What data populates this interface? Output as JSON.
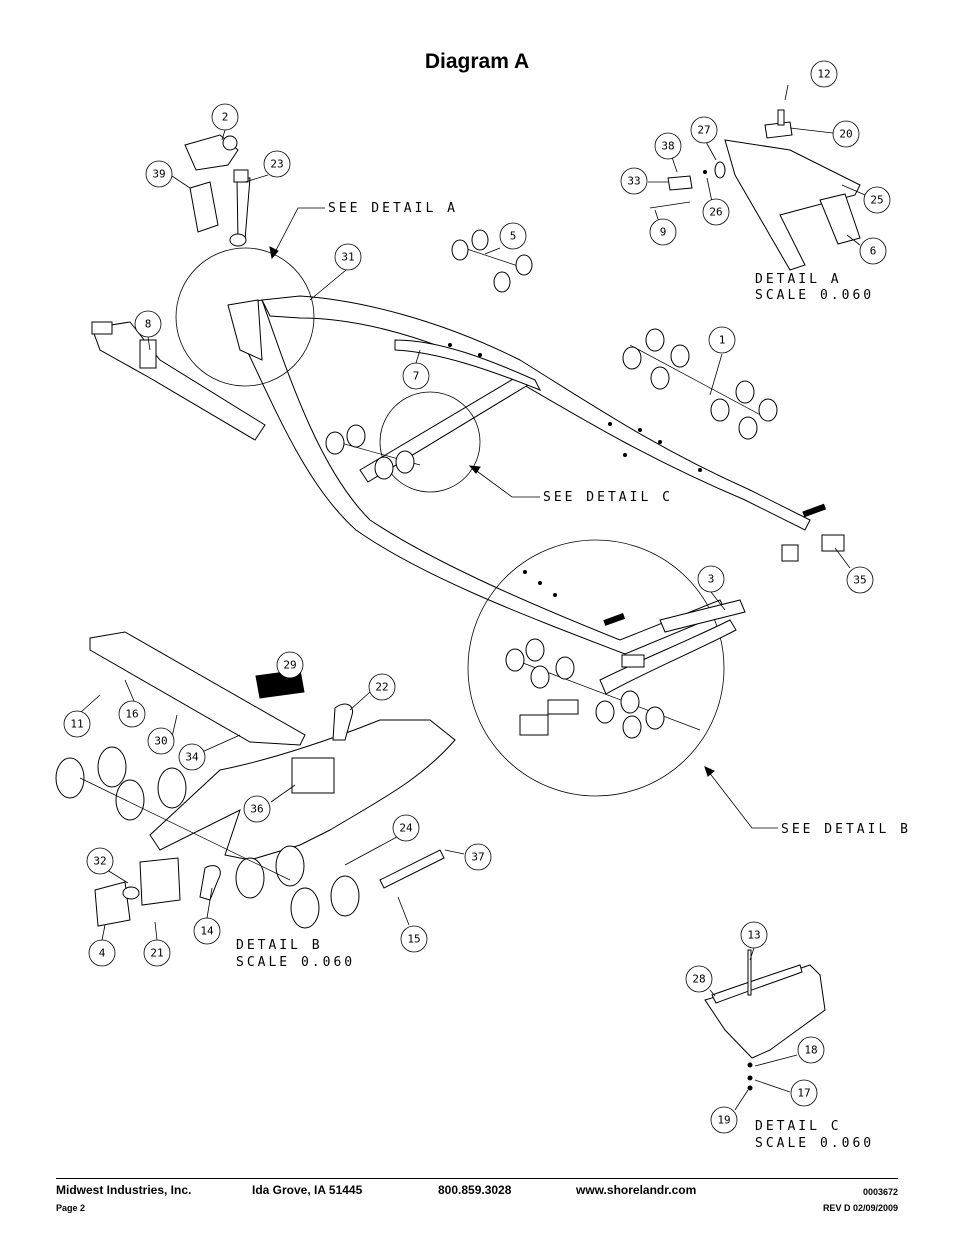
{
  "page_title": "Diagram A",
  "details": {
    "a": {
      "label": "DETAIL  A",
      "scale": "SCALE  0.060",
      "see": "SEE DETAIL  A"
    },
    "b": {
      "label": "DETAIL  B",
      "scale": "SCALE  0.060",
      "see": "SEE DETAIL  B"
    },
    "c": {
      "label": "DETAIL  C",
      "scale": "SCALE  0.060",
      "see": "SEE DETAIL  C"
    }
  },
  "callouts": {
    "c1": "1",
    "c2": "2",
    "c3": "3",
    "c4": "4",
    "c5": "5",
    "c6": "6",
    "c7": "7",
    "c8": "8",
    "c9": "9",
    "c11": "11",
    "c12": "12",
    "c13": "13",
    "c14": "14",
    "c15": "15",
    "c16": "16",
    "c17": "17",
    "c18": "18",
    "c19": "19",
    "c20": "20",
    "c21": "21",
    "c22": "22",
    "c23": "23",
    "c24": "24",
    "c25": "25",
    "c26": "26",
    "c27": "27",
    "c28": "28",
    "c29": "29",
    "c30": "30",
    "c31": "31",
    "c32": "32",
    "c33": "33",
    "c34": "34",
    "c35": "35",
    "c36": "36",
    "c37": "37",
    "c38": "38",
    "c39": "39"
  },
  "footer": {
    "company": "Midwest Industries, Inc.",
    "location": "Ida Grove, IA  51445",
    "phone": "800.859.3028",
    "website": "www.shorelandr.com",
    "doc_number": "0003672",
    "page": "Page 2",
    "revision": "REV D  02/09/2009"
  }
}
